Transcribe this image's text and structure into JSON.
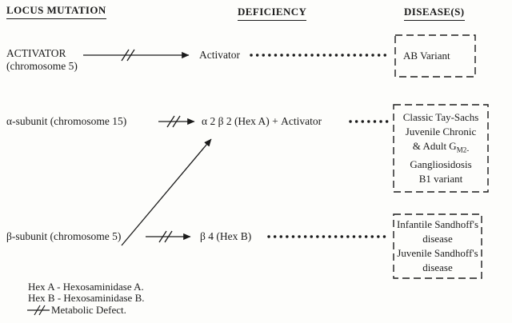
{
  "colors": {
    "ink": "#1b1b1b",
    "background": "#fdfdfb"
  },
  "headers": {
    "locus": "LOCUS MUTATION",
    "deficiency": "DEFICIENCY",
    "diseases": "DISEASE(S)"
  },
  "activator_row": {
    "locus_name": "ACTIVATOR",
    "locus_chromosome": "(chromosome 5)",
    "deficiency": "Activator",
    "disease": "AB Variant"
  },
  "alpha_row": {
    "locus": "α-subunit (chromosome 15)",
    "deficiency": "α 2 β 2 (Hex A) + Activator",
    "diseases": {
      "line1": "Classic Tay-Sachs",
      "line2": "Juvenile Chronic",
      "line3_prefix": "& Adult G",
      "line3_sub": "M2-",
      "line4": "Gangliosidosis",
      "line5": "B1 variant"
    }
  },
  "beta_row": {
    "locus": "β-subunit (chromosome 5)",
    "deficiency": "β 4 (Hex B)",
    "diseases": {
      "line1": "Infantile Sandhoff's",
      "line2": "disease",
      "line3": "Juvenile Sandhoff's",
      "line4": "disease"
    }
  },
  "legend": {
    "hex_a": "Hex A - Hexosaminidase A.",
    "hex_b": "Hex B - Hexosaminidase B.",
    "metabolic": "Metabolic Defect."
  }
}
